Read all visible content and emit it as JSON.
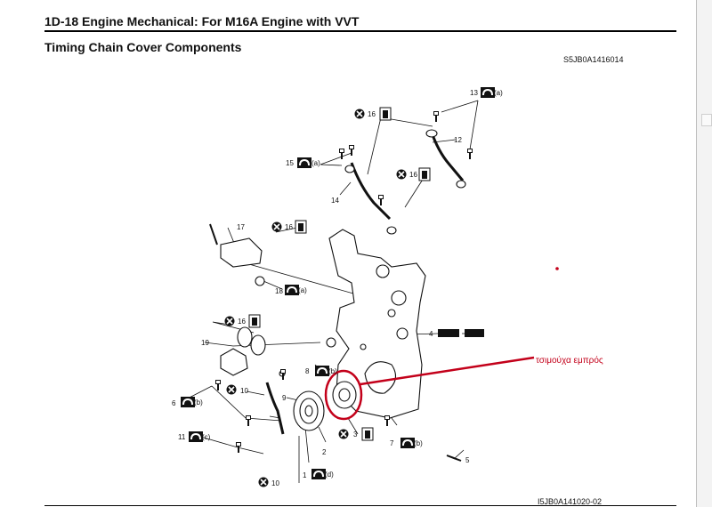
{
  "header": {
    "title": "1D-18   Engine Mechanical: For M16A Engine with VVT"
  },
  "section": {
    "title": "Timing Chain Cover Components"
  },
  "figure": {
    "code_top": "S5JB0A1416014",
    "code_bottom": "I5JB0A141020-02",
    "annotation": "τσιμούχα εμπρός",
    "callouts": {
      "c1": "1",
      "c2": "2",
      "c3": "3",
      "c4": "4",
      "c5": "5",
      "c6": "6",
      "c7": "7",
      "c8": "8",
      "c9": "9",
      "c10a": "10",
      "c10b": "10",
      "c11": "11",
      "c12": "12",
      "c13": "13",
      "c14": "14",
      "c15": "15",
      "c16a": "16",
      "c16b": "16",
      "c16c": "16",
      "c16d": "16",
      "c17": "17",
      "c18": "18",
      "c19": "19"
    },
    "torque_letters": {
      "a1": "(a)",
      "a2": "(a)",
      "a3": "(a)",
      "b1": "(b)",
      "b2": "(b)",
      "b3": "(b)",
      "c": "(c)",
      "d": "(d)"
    },
    "colors": {
      "annotation": "#c3001a",
      "line": "#111111"
    },
    "icons": [
      "do-not-reuse-icon",
      "apply-sealant-icon",
      "torque-wrench-icon",
      "apply-oil-icon"
    ]
  }
}
